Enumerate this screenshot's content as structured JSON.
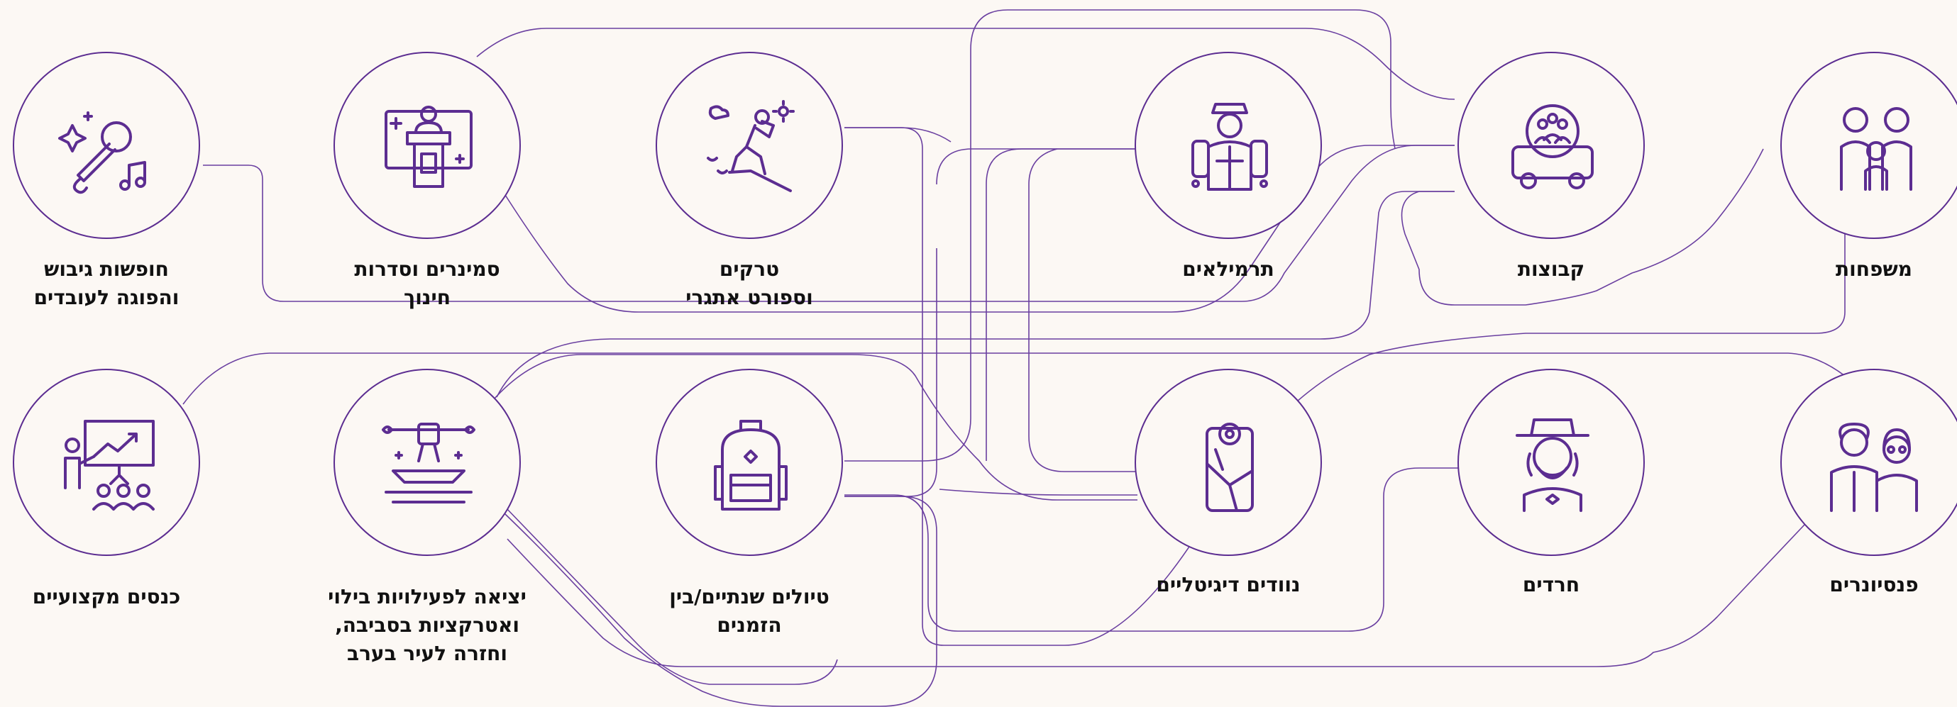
{
  "colors": {
    "accent": "#5c2d91",
    "line": "#6a3fa0",
    "background": "#fcf8f4",
    "text": "#111111"
  },
  "nodes": [
    {
      "id": "karaoke",
      "icon": "microphone-icon",
      "label": "חופשות גיבוש\nוהפוגה לעובדים"
    },
    {
      "id": "seminars",
      "icon": "lecturer-podium-icon",
      "label": "סמינרים וסדרות\nחינוך"
    },
    {
      "id": "treks",
      "icon": "hiker-climbing-icon",
      "label": "טרקים\nוספורט אתגרי"
    },
    {
      "id": "backpackers",
      "icon": "backpacker-icon",
      "label": "תרמילאים"
    },
    {
      "id": "groups",
      "icon": "group-bus-icon",
      "label": "קבוצות"
    },
    {
      "id": "families",
      "icon": "family-icon",
      "label": "משפחות"
    },
    {
      "id": "conferences",
      "icon": "presentation-board-icon",
      "label": "כנסים מקצועיים"
    },
    {
      "id": "activities",
      "icon": "kayak-activity-icon",
      "label": "יציאה לפעילויות בילוי\nואטרקציות בסביבה,\nוחזרה לעיר בערב"
    },
    {
      "id": "gapyear",
      "icon": "backpack-icon",
      "label": "טיולים שנתיים/בין\nהזמנים"
    },
    {
      "id": "nomads",
      "icon": "phone-map-icon",
      "label": "נוודים דיגיטליים"
    },
    {
      "id": "haredim",
      "icon": "orthodox-man-icon",
      "label": "חרדים"
    },
    {
      "id": "seniors",
      "icon": "elderly-couple-icon",
      "label": "פנסיונרים"
    }
  ]
}
